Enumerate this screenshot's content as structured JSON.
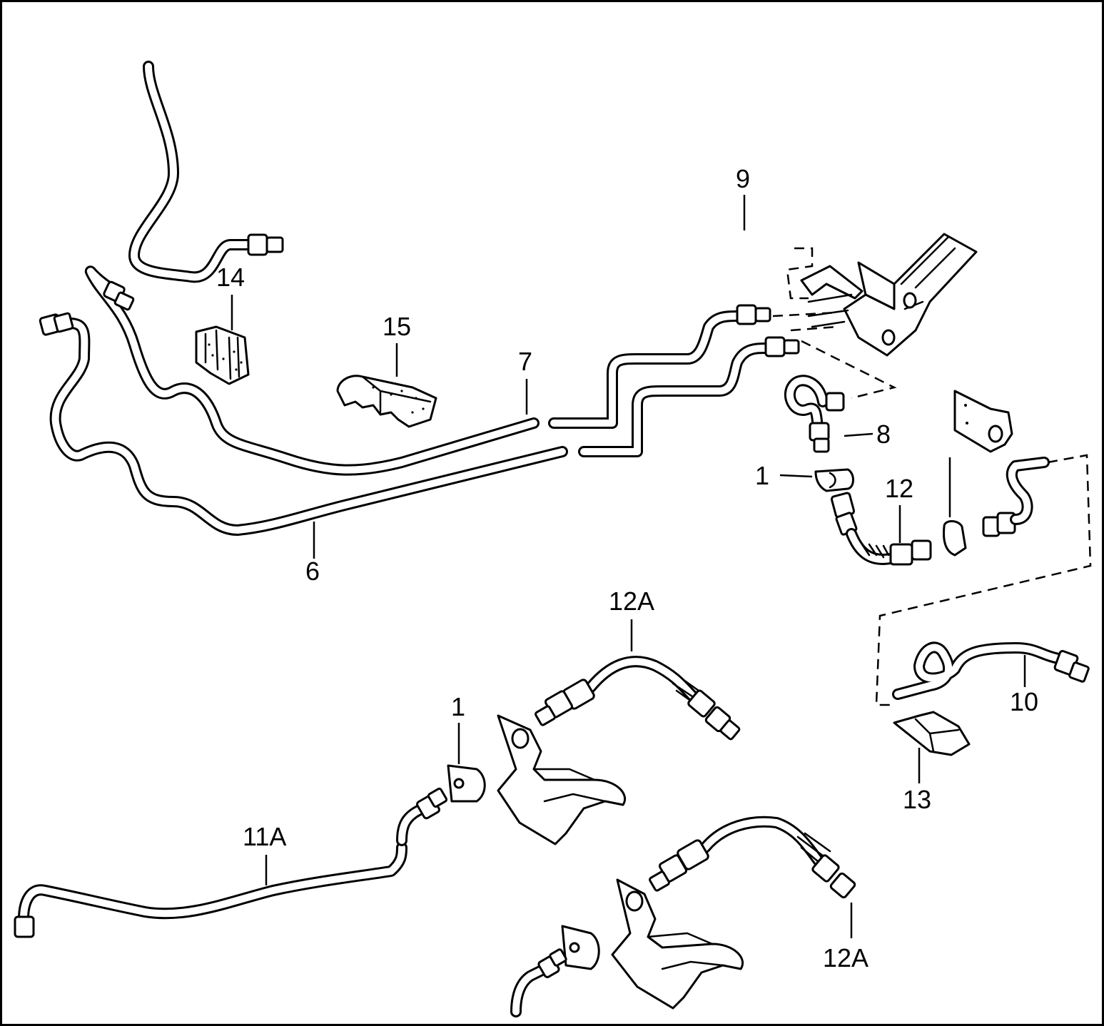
{
  "callouts": {
    "c14": "14",
    "c15": "15",
    "c7": "7",
    "c6": "6",
    "c9": "9",
    "c8": "8",
    "c1_top": "1",
    "c12": "12",
    "c12a_top": "12A",
    "c1_mid": "1",
    "c10": "10",
    "c13": "13",
    "c11a": "11A",
    "c12a_bottom": "12A"
  }
}
